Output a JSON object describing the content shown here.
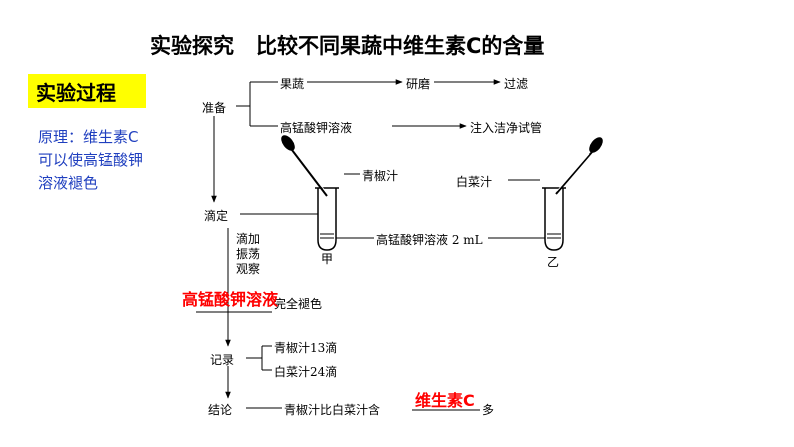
{
  "title": {
    "part1": "实验探究",
    "part2": "比较不同果蔬中维生素C的含量"
  },
  "badge": "实验过程",
  "principle": {
    "line1": "原理：维生素C",
    "line2": "可以使高锰酸钾",
    "line3": "溶液褪色"
  },
  "diagram": {
    "prepare": "准备",
    "fruit_veg": "果蔬",
    "grind": "研磨",
    "filter": "过滤",
    "kmno4_solution": "高锰酸钾溶液",
    "into_tube": "注入洁净试管",
    "green_pepper_juice": "青椒汁",
    "cabbage_juice": "白菜汁",
    "titrate": "滴定",
    "tube_solution": "高锰酸钾溶液 2 mL",
    "tube_a": "甲",
    "tube_b": "乙",
    "steps": [
      "滴加",
      "振荡",
      "观察"
    ],
    "fade": "完全褪色",
    "record": "记录",
    "record_a": "青椒汁13滴",
    "record_b": "白菜汁24滴",
    "conclusion": "结论",
    "conclusion_text": "青椒汁比白菜汁含",
    "more": "多"
  },
  "answers": {
    "answer1": "高锰酸钾溶液",
    "answer2": "维生素C"
  },
  "colors": {
    "principle_text": "#1f3fbf",
    "answer_red": "#ff0000",
    "badge_bg": "#ffff00"
  }
}
